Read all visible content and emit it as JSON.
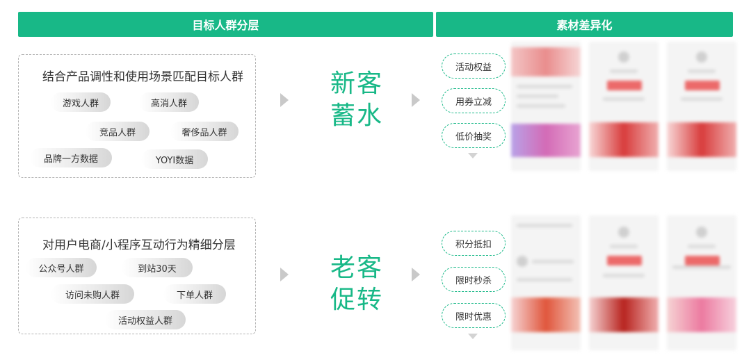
{
  "headers": {
    "left": "目标人群分层",
    "right": "素材差异化"
  },
  "top": {
    "title": "结合产品调性和使用场景匹配目标人群",
    "pills": [
      "游戏人群",
      "高消人群",
      "竞品人群",
      "奢侈品人群",
      "品牌一方数据",
      "YOYI数据"
    ],
    "label_line1": "新客",
    "label_line2": "蓄水",
    "tags": [
      "活动权益",
      "用券立减",
      "低价抽奖"
    ]
  },
  "bottom": {
    "title": "对用户电商/小程序互动行为精细分层",
    "pills": [
      "公众号人群",
      "到站30天",
      "访问未购人群",
      "下单人群",
      "活动权益人群"
    ],
    "label_line1": "老客",
    "label_line2": "促转",
    "tags": [
      "积分抵扣",
      "限时秒杀",
      "限时优惠"
    ]
  },
  "colors": {
    "accent": "#18b887",
    "arrow": "#c9c9c9",
    "promo_red": "#ec6a6a"
  }
}
